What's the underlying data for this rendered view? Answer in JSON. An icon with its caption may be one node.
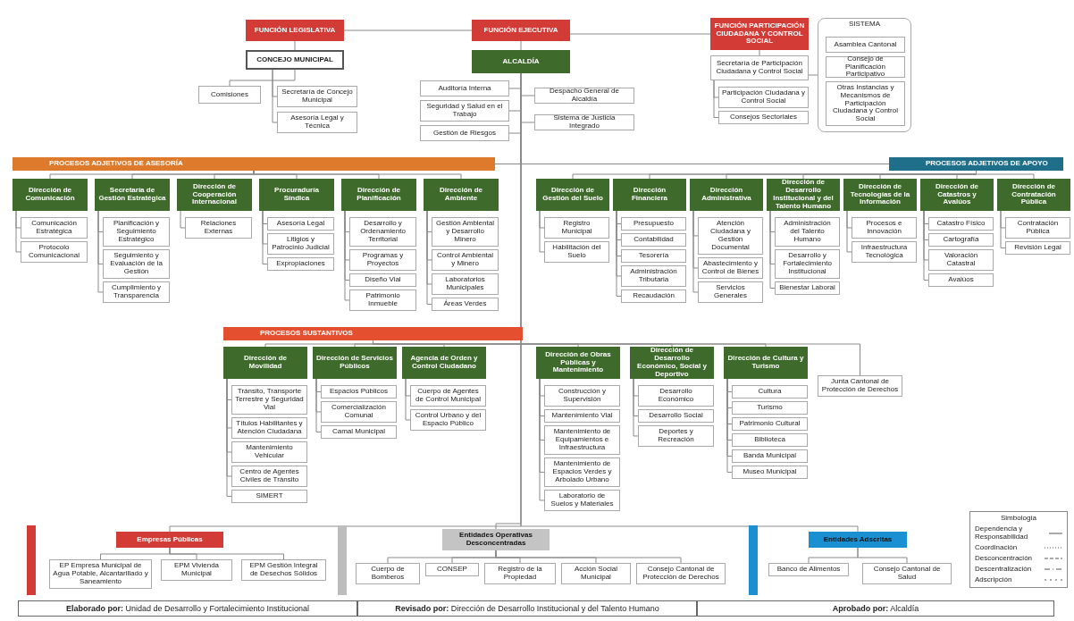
{
  "diagram": {
    "nodes": [
      {
        "text": [
          "FUNCIÓN LEGISLATIVA"
        ]
      },
      {
        "text": [
          "CONCEJO MUNICIPAL"
        ]
      },
      {
        "text": [
          "Comisiones"
        ]
      },
      {
        "text": [
          "Secretaría de Concejo Municipal"
        ]
      },
      {
        "text": [
          "Asesoría Legal y Técnica"
        ]
      },
      {
        "text": [
          "FUNCIÓN EJECUTIVA"
        ]
      },
      {
        "text": [
          "ALCALDÍA"
        ]
      },
      {
        "text": [
          "Auditoría Interna"
        ]
      },
      {
        "text": [
          "Seguridad y Salud en el Trabajo"
        ]
      },
      {
        "text": [
          "Gestión de Riesgos"
        ]
      },
      {
        "text": [
          "Despacho General de Alcaldía"
        ]
      },
      {
        "text": [
          "Sistema de Justicia Integrado"
        ]
      },
      {
        "text": [
          "FUNCIÓN PARTICIPACIÓN CIUDADANA Y CONTROL SOCIAL"
        ]
      },
      {
        "text": [
          "Secretaría de Participación Ciudadana y Control Social"
        ]
      },
      {
        "text": [
          "Participación Ciudadana y Control Social"
        ]
      },
      {
        "text": [
          "Consejos Sectoriales"
        ]
      },
      {
        "text": [
          "SISTEMA"
        ]
      },
      {
        "text": [
          "Asamblea Cantonal"
        ],
        "in": 16
      },
      {
        "text": [
          "Consejo de Planificación Participativo"
        ],
        "in": 16
      },
      {
        "text": [
          "Otras Instancias y Mecanismos de Participación Ciudadana y Control Social"
        ],
        "in": 16
      },
      {
        "text": [
          "PROCESOS ADJETIVOS DE ASESORÍA"
        ]
      },
      {
        "text": [
          "Dirección de Comunicación"
        ]
      },
      {
        "text": [
          "Comunicación Estratégica"
        ]
      },
      {
        "text": [
          "Protocolo Comunicacional"
        ]
      },
      {
        "text": [
          "Secretaría de Gestión Estratégica"
        ]
      },
      {
        "text": [
          "Planificación y Seguimiento Estratégico"
        ]
      },
      {
        "text": [
          "Seguimiento y Evaluación de la Gestión"
        ]
      },
      {
        "text": [
          "Cumplimiento y Transparencia"
        ]
      },
      {
        "text": [
          "Dirección de Cooperación Internacional"
        ]
      },
      {
        "text": [
          "Relaciones Externas"
        ]
      },
      {
        "text": [
          "Procuraduría Síndica"
        ]
      },
      {
        "text": [
          "Asesoría Legal"
        ]
      },
      {
        "text": [
          "Litigios y Patrocinio Judicial"
        ]
      },
      {
        "text": [
          "Expropiaciones"
        ]
      },
      {
        "text": [
          "Dirección de Planificación"
        ]
      },
      {
        "text": [
          "Desarrollo y Ordenamiento Territorial"
        ]
      },
      {
        "text": [
          "Programas y Proyectos"
        ]
      },
      {
        "text": [
          "Diseño Vial"
        ]
      },
      {
        "text": [
          "Patrimonio Inmueble"
        ]
      },
      {
        "text": [
          "Dirección de Ambiente"
        ]
      },
      {
        "text": [
          "Gestión Ambiental y Desarrollo Minero"
        ]
      },
      {
        "text": [
          "Control Ambiental y Minero"
        ]
      },
      {
        "text": [
          "Laboratorios Municipales"
        ]
      },
      {
        "text": [
          "Áreas Verdes"
        ]
      },
      {
        "text": [
          "PROCESOS ADJETIVOS DE APOYO"
        ]
      },
      {
        "text": [
          "Dirección de Gestión del Suelo"
        ]
      },
      {
        "text": [
          "Registro Municipal"
        ]
      },
      {
        "text": [
          "Habilitación del Suelo"
        ]
      },
      {
        "text": [
          "Dirección Financiera"
        ]
      },
      {
        "text": [
          "Presupuesto"
        ]
      },
      {
        "text": [
          "Contabilidad"
        ]
      },
      {
        "text": [
          "Tesorería"
        ]
      },
      {
        "text": [
          "Administración Tributaria"
        ]
      },
      {
        "text": [
          "Recaudación"
        ]
      },
      {
        "text": [
          "Dirección Administrativa"
        ]
      },
      {
        "text": [
          "Atención Ciudadana y Gestión Documental"
        ]
      },
      {
        "text": [
          "Abastecimiento y Control de Bienes"
        ]
      },
      {
        "text": [
          "Servicios Generales"
        ]
      },
      {
        "text": [
          "Dirección de Desarrollo Institucional y del Talento Humano"
        ]
      },
      {
        "text": [
          "Administración del Talento Humano"
        ]
      },
      {
        "text": [
          "Desarrollo y Fortalecimiento Institucional"
        ]
      },
      {
        "text": [
          "Bienestar Laboral"
        ]
      },
      {
        "text": [
          "Dirección de Tecnologías de la Información"
        ]
      },
      {
        "text": [
          "Procesos e Innovación"
        ]
      },
      {
        "text": [
          "Infraestructura Tecnológica"
        ]
      },
      {
        "text": [
          "Dirección de Catastros y Avalúos"
        ]
      },
      {
        "text": [
          "Catastro Físico"
        ]
      },
      {
        "text": [
          "Cartografía"
        ]
      },
      {
        "text": [
          "Valoración Catastral"
        ]
      },
      {
        "text": [
          "Avalúos"
        ]
      },
      {
        "text": [
          "Dirección de Contratación Pública"
        ]
      },
      {
        "text": [
          "Contratación Pública"
        ]
      },
      {
        "text": [
          "Revisión Legal"
        ]
      },
      {
        "text": [
          "PROCESOS SUSTANTIVOS"
        ]
      },
      {
        "text": [
          "Dirección de Movilidad"
        ]
      },
      {
        "text": [
          "Tránsito, Transporte Terrestre y Seguridad Vial"
        ]
      },
      {
        "text": [
          "Títulos Habilitantes y Atención Ciudadana"
        ]
      },
      {
        "text": [
          "Mantenimiento Vehicular"
        ]
      },
      {
        "text": [
          "Centro de Agentes Civiles de Tránsito"
        ]
      },
      {
        "text": [
          "SIMERT"
        ]
      },
      {
        "text": [
          "Dirección de Servicios Públicos"
        ]
      },
      {
        "text": [
          "Espacios Públicos"
        ]
      },
      {
        "text": [
          "Comercialización Comunal"
        ]
      },
      {
        "text": [
          "Camal Municipal"
        ]
      },
      {
        "text": [
          "Agencia de Orden y Control Ciudadano"
        ]
      },
      {
        "text": [
          "Cuerpo de Agentes de Control Municipal"
        ]
      },
      {
        "text": [
          "Control Urbano y del Espacio Público"
        ]
      },
      {
        "text": [
          "Dirección de Obras Públicas y Mantenimiento"
        ]
      },
      {
        "text": [
          "Construcción y Supervisión"
        ]
      },
      {
        "text": [
          "Mantenimiento Vial"
        ]
      },
      {
        "text": [
          "Mantenimiento de Equipamientos e Infraestructura"
        ]
      },
      {
        "text": [
          "Mantenimiento de Espacios Verdes y Arbolado Urbano"
        ]
      },
      {
        "text": [
          "Laboratorio de Suelos y Materiales"
        ]
      },
      {
        "text": [
          "Dirección de Desarrollo Económico, Social y Deportivo"
        ]
      },
      {
        "text": [
          "Desarrollo Económico"
        ]
      },
      {
        "text": [
          "Desarrollo Social"
        ]
      },
      {
        "text": [
          "Deportes y Recreación"
        ]
      },
      {
        "text": [
          "Dirección de Cultura y Turismo"
        ]
      },
      {
        "text": [
          "Cultura"
        ]
      },
      {
        "text": [
          "Turismo"
        ]
      },
      {
        "text": [
          "Patrimonio Cultural"
        ]
      },
      {
        "text": [
          "Biblioteca"
        ]
      },
      {
        "text": [
          "Banda Municipal"
        ]
      },
      {
        "text": [
          "Museo Municipal"
        ]
      },
      {
        "text": [
          "Junta Cantonal de Protección de Derechos"
        ]
      },
      {
        "text": [],
        "shape": "bar"
      },
      {
        "text": [
          "Empresas Públicas"
        ]
      },
      {
        "text": [
          "EP Empresa Municipal de Agua Potable, Alcantarillado y Saneamiento"
        ]
      },
      {
        "text": [
          "EPM Vivienda Municipal"
        ]
      },
      {
        "text": [
          "EPM Gestión Integral de Desechos Sólidos"
        ]
      },
      {
        "text": [],
        "shape": "bar"
      },
      {
        "text": [
          "Entidades Operativas Desconcentradas"
        ]
      },
      {
        "text": [
          "Cuerpo de Bomberos"
        ]
      },
      {
        "text": [
          "CONSEP"
        ]
      },
      {
        "text": [
          "Registro de la Propiedad"
        ]
      },
      {
        "text": [
          "Acción Social Municipal"
        ]
      },
      {
        "text": [
          "Consejo Cantonal de Protección de Derechos"
        ]
      },
      {
        "text": [],
        "shape": "bar"
      },
      {
        "text": [
          "Entidades Adscritas"
        ]
      },
      {
        "text": [
          "Banco de Alimentos"
        ]
      },
      {
        "text": [
          "Consejo Cantonal de Salud"
        ]
      }
    ],
    "edges": [
      {
        "from": 5,
        "to": 0,
        "arrow": "none"
      },
      {
        "from": 5,
        "to": 12,
        "arrow": "none"
      },
      {
        "from": 0,
        "to": 1,
        "arrow": "none"
      },
      {
        "from": 1,
        "to": 2,
        "arrow": "none"
      },
      {
        "from": 1,
        "to": 3,
        "arrow": "none"
      },
      {
        "from": 1,
        "to": 4,
        "arrow": "none"
      },
      {
        "from": 5,
        "to": 6,
        "arrow": "none"
      },
      {
        "from": 6,
        "to": 7,
        "arrow": "none"
      },
      {
        "from": 6,
        "to": 8,
        "arrow": "none"
      },
      {
        "from": 6,
        "to": 9,
        "arrow": "none"
      },
      {
        "from": 6,
        "to": 10,
        "arrow": "none"
      },
      {
        "from": 6,
        "to": 11,
        "arrow": "none"
      },
      {
        "from": 12,
        "to": 13,
        "arrow": "none"
      },
      {
        "from": 13,
        "to": 14,
        "arrow": "none"
      },
      {
        "from": 13,
        "to": 15,
        "arrow": "none"
      },
      {
        "from": 13,
        "to": 16,
        "arrow": "none"
      },
      {
        "from": 6,
        "to": 20,
        "arrow": "none"
      },
      {
        "from": 6,
        "to": 44,
        "arrow": "none"
      },
      {
        "from": 6,
        "to": 73,
        "arrow": "none"
      },
      {
        "from": 20,
        "to": 21,
        "arrow": "none"
      },
      {
        "from": 21,
        "to": 22,
        "arrow": "none"
      },
      {
        "from": 21,
        "to": 23,
        "arrow": "none"
      },
      {
        "from": 20,
        "to": 24,
        "arrow": "none"
      },
      {
        "from": 24,
        "to": 25,
        "arrow": "none"
      },
      {
        "from": 24,
        "to": 26,
        "arrow": "none"
      },
      {
        "from": 24,
        "to": 27,
        "arrow": "none"
      },
      {
        "from": 20,
        "to": 28,
        "arrow": "none"
      },
      {
        "from": 28,
        "to": 29,
        "arrow": "none"
      },
      {
        "from": 20,
        "to": 30,
        "arrow": "none"
      },
      {
        "from": 30,
        "to": 31,
        "arrow": "none"
      },
      {
        "from": 30,
        "to": 32,
        "arrow": "none"
      },
      {
        "from": 30,
        "to": 33,
        "arrow": "none"
      },
      {
        "from": 20,
        "to": 34,
        "arrow": "none"
      },
      {
        "from": 34,
        "to": 35,
        "arrow": "none"
      },
      {
        "from": 34,
        "to": 36,
        "arrow": "none"
      },
      {
        "from": 34,
        "to": 37,
        "arrow": "none"
      },
      {
        "from": 34,
        "to": 38,
        "arrow": "none"
      },
      {
        "from": 20,
        "to": 39,
        "arrow": "none"
      },
      {
        "from": 39,
        "to": 40,
        "arrow": "none"
      },
      {
        "from": 39,
        "to": 41,
        "arrow": "none"
      },
      {
        "from": 39,
        "to": 42,
        "arrow": "none"
      },
      {
        "from": 39,
        "to": 43,
        "arrow": "none"
      },
      {
        "from": 44,
        "to": 45,
        "arrow": "none"
      },
      {
        "from": 45,
        "to": 46,
        "arrow": "none"
      },
      {
        "from": 45,
        "to": 47,
        "arrow": "none"
      },
      {
        "from": 44,
        "to": 48,
        "arrow": "none"
      },
      {
        "from": 48,
        "to": 49,
        "arrow": "none"
      },
      {
        "from": 48,
        "to": 50,
        "arrow": "none"
      },
      {
        "from": 48,
        "to": 51,
        "arrow": "none"
      },
      {
        "from": 48,
        "to": 52,
        "arrow": "none"
      },
      {
        "from": 48,
        "to": 53,
        "arrow": "none"
      },
      {
        "from": 44,
        "to": 54,
        "arrow": "none"
      },
      {
        "from": 54,
        "to": 55,
        "arrow": "none"
      },
      {
        "from": 54,
        "to": 56,
        "arrow": "none"
      },
      {
        "from": 54,
        "to": 57,
        "arrow": "none"
      },
      {
        "from": 44,
        "to": 58,
        "arrow": "none"
      },
      {
        "from": 58,
        "to": 59,
        "arrow": "none"
      },
      {
        "from": 58,
        "to": 60,
        "arrow": "none"
      },
      {
        "from": 58,
        "to": 61,
        "arrow": "none"
      },
      {
        "from": 44,
        "to": 62,
        "arrow": "none"
      },
      {
        "from": 62,
        "to": 63,
        "arrow": "none"
      },
      {
        "from": 62,
        "to": 64,
        "arrow": "none"
      },
      {
        "from": 44,
        "to": 65,
        "arrow": "none"
      },
      {
        "from": 65,
        "to": 66,
        "arrow": "none"
      },
      {
        "from": 65,
        "to": 67,
        "arrow": "none"
      },
      {
        "from": 65,
        "to": 68,
        "arrow": "none"
      },
      {
        "from": 65,
        "to": 69,
        "arrow": "none"
      },
      {
        "from": 44,
        "to": 70,
        "arrow": "none"
      },
      {
        "from": 70,
        "to": 71,
        "arrow": "none"
      },
      {
        "from": 70,
        "to": 72,
        "arrow": "none"
      },
      {
        "from": 73,
        "to": 74,
        "arrow": "none"
      },
      {
        "from": 74,
        "to": 75,
        "arrow": "none"
      },
      {
        "from": 74,
        "to": 76,
        "arrow": "none"
      },
      {
        "from": 74,
        "to": 77,
        "arrow": "none"
      },
      {
        "from": 74,
        "to": 78,
        "arrow": "none"
      },
      {
        "from": 74,
        "to": 79,
        "arrow": "none"
      },
      {
        "from": 73,
        "to": 80,
        "arrow": "none"
      },
      {
        "from": 80,
        "to": 81,
        "arrow": "none"
      },
      {
        "from": 80,
        "to": 82,
        "arrow": "none"
      },
      {
        "from": 80,
        "to": 83,
        "arrow": "none"
      },
      {
        "from": 73,
        "to": 84,
        "arrow": "none"
      },
      {
        "from": 84,
        "to": 85,
        "arrow": "none"
      },
      {
        "from": 84,
        "to": 86,
        "arrow": "none"
      },
      {
        "from": 73,
        "to": 87,
        "arrow": "none"
      },
      {
        "from": 87,
        "to": 88,
        "arrow": "none"
      },
      {
        "from": 87,
        "to": 89,
        "arrow": "none"
      },
      {
        "from": 87,
        "to": 90,
        "arrow": "none"
      },
      {
        "from": 87,
        "to": 91,
        "arrow": "none"
      },
      {
        "from": 87,
        "to": 92,
        "arrow": "none"
      },
      {
        "from": 73,
        "to": 93,
        "arrow": "none"
      },
      {
        "from": 93,
        "to": 94,
        "arrow": "none"
      },
      {
        "from": 93,
        "to": 95,
        "arrow": "none"
      },
      {
        "from": 93,
        "to": 96,
        "arrow": "none"
      },
      {
        "from": 73,
        "to": 97,
        "arrow": "none"
      },
      {
        "from": 97,
        "to": 98,
        "arrow": "none"
      },
      {
        "from": 97,
        "to": 99,
        "arrow": "none"
      },
      {
        "from": 97,
        "to": 100,
        "arrow": "none"
      },
      {
        "from": 97,
        "to": 101,
        "arrow": "none"
      },
      {
        "from": 97,
        "to": 102,
        "arrow": "none"
      },
      {
        "from": 97,
        "to": 103,
        "arrow": "none"
      },
      {
        "from": 73,
        "to": 104,
        "arrow": "none"
      },
      {
        "from": 6,
        "to": 106,
        "arrow": "none"
      },
      {
        "from": 106,
        "to": 107,
        "arrow": "none"
      },
      {
        "from": 106,
        "to": 108,
        "arrow": "none"
      },
      {
        "from": 106,
        "to": 109,
        "arrow": "none"
      },
      {
        "from": 6,
        "to": 111,
        "arrow": "none"
      },
      {
        "from": 111,
        "to": 112,
        "arrow": "none"
      },
      {
        "from": 111,
        "to": 113,
        "arrow": "none"
      },
      {
        "from": 111,
        "to": 114,
        "arrow": "none"
      },
      {
        "from": 111,
        "to": 115,
        "arrow": "none"
      },
      {
        "from": 111,
        "to": 116,
        "arrow": "none"
      },
      {
        "from": 6,
        "to": 118,
        "arrow": "none"
      },
      {
        "from": 118,
        "to": 119,
        "arrow": "none"
      },
      {
        "from": 118,
        "to": 120,
        "arrow": "none"
      }
    ],
    "labels": [
      "Simbología",
      "**Elaborado por:** Unidad de Desarrollo y Fortalecimiento Institucional",
      "**Revisado por:** Dirección de Desarrollo Institucional y del Talento Humano",
      "**Aprobado por:** Alcaldía"
    ],
    "legend": [
      {
        "text": "Dependencia y Responsabilidad"
      },
      {
        "text": "Coordinación"
      },
      {
        "text": "Desconcentración"
      },
      {
        "text": "Descentralización"
      },
      {
        "text": "Adscripción"
      }
    ]
  }
}
